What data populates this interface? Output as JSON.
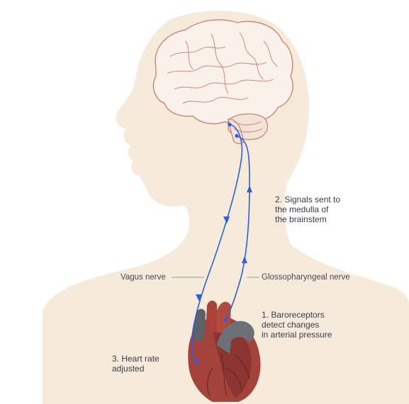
{
  "labels": {
    "step2": "2. Signals sent to\nthe medulla of\nthe brainstem",
    "vagus": "Vagus nerve",
    "glosso": "Glossopharyngeal nerve",
    "step1": "1. Baroreceptors\ndetect changes\nin arterial pressure",
    "step3": "3. Heart rate\nadjusted"
  },
  "colors": {
    "skin": "#f6eadb",
    "brain_fill": "#faf1ea",
    "brain_line": "#c97d70",
    "nerve": "#2f5fe0",
    "heart_red": "#a4433b",
    "heart_gray": "#6c7077",
    "leader": "#9a9a9a"
  }
}
